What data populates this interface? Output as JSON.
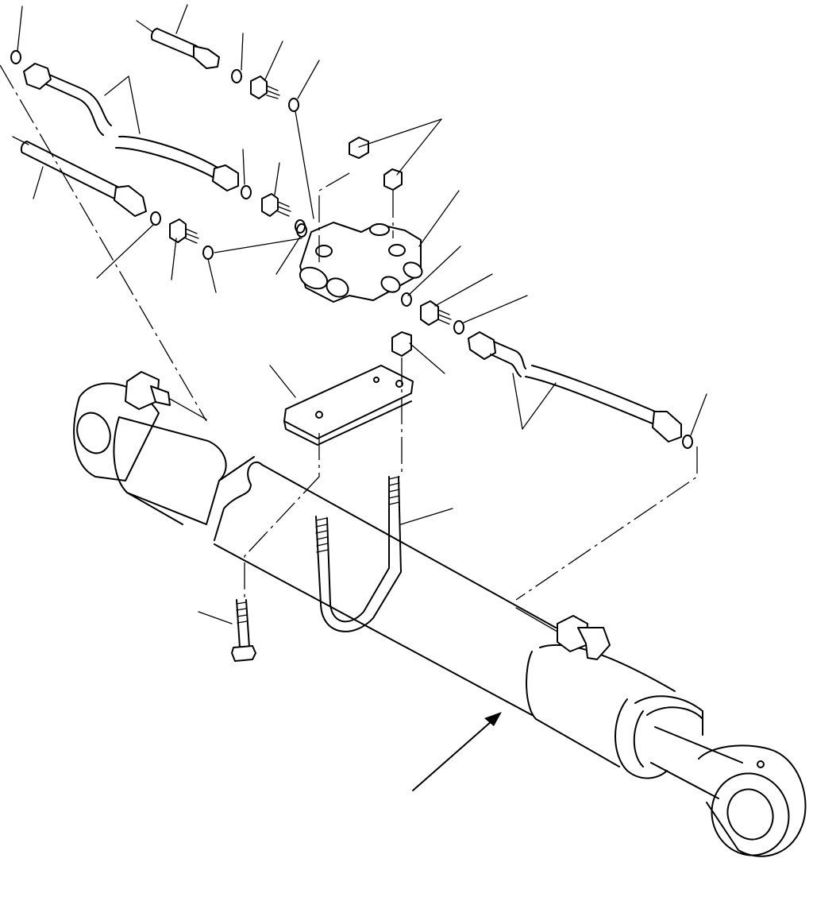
{
  "figure": {
    "title": "",
    "parts": [
      "hydraulic-cylinder",
      "four-way-block",
      "mounting-plate",
      "u-bolt",
      "hex-bolt",
      "nuts",
      "hoses",
      "elbow-fittings",
      "o-rings"
    ],
    "line_color": "#000000",
    "background": "#ffffff"
  }
}
